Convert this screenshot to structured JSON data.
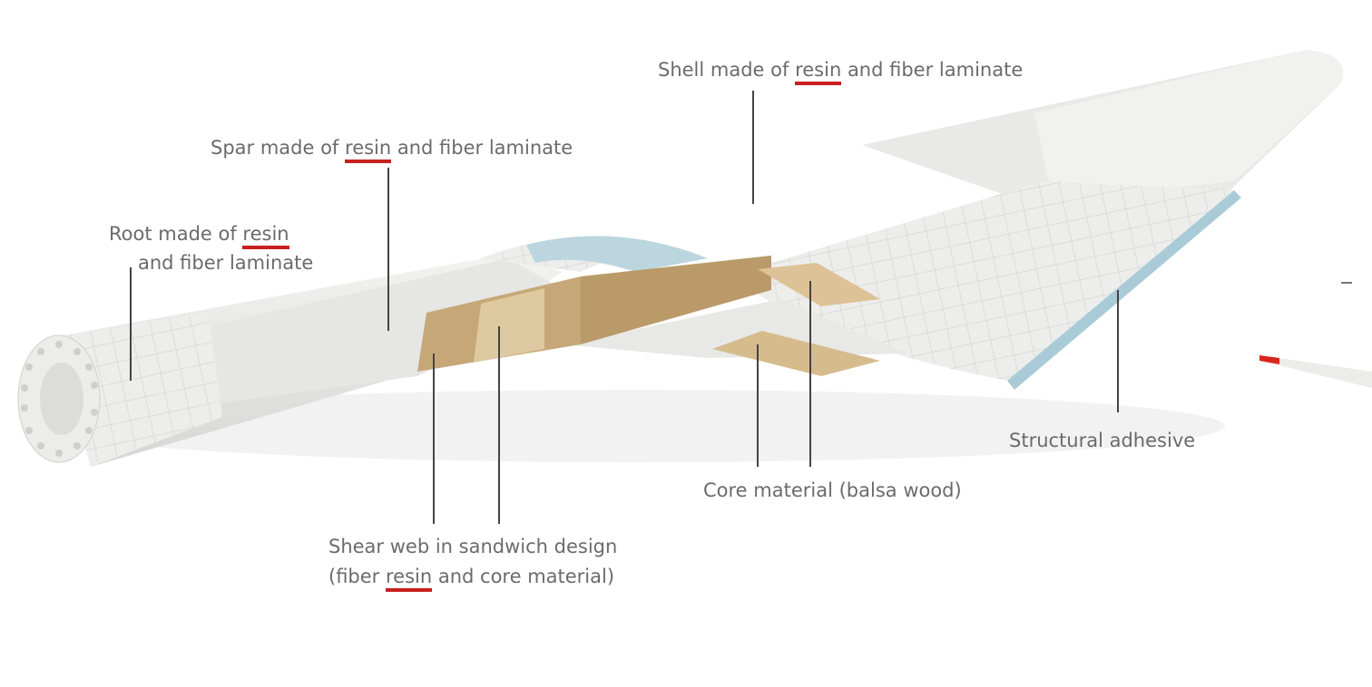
{
  "labels": {
    "shell": {
      "pre": "Shell made of ",
      "resin": "resin",
      "post": " and fiber laminate"
    },
    "spar": {
      "pre": "Spar made of ",
      "resin": "resin",
      "post": " and fiber laminate"
    },
    "root": {
      "pre": "Root made of ",
      "resin": "resin",
      "line2": "and fiber laminate"
    },
    "adhesive": "Structural adhesive",
    "core": "Core material (balsa wood)",
    "shear": {
      "line1": "Shear web in sandwich design",
      "pre": "(fiber ",
      "resin": "resin",
      "post": " and core material)"
    }
  },
  "colors": {
    "text": "#6b6b6b",
    "highlight": "#c8201e",
    "balsa": "#cdb07e",
    "adhesive": "#a9cbd8"
  }
}
